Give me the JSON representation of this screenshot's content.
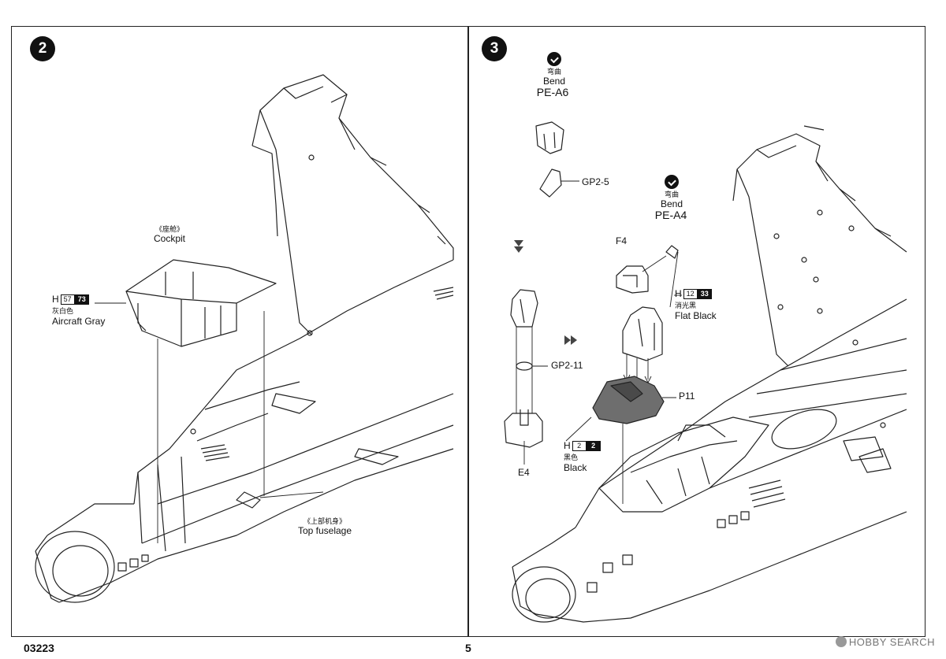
{
  "step2": {
    "number": "2",
    "cockpit": {
      "zh": "《座舱》",
      "en": "Cockpit"
    },
    "paint": {
      "prefix": "H",
      "code1": "57",
      "code2": "73",
      "zh": "灰白色",
      "en": "Aircraft Gray"
    },
    "top_fuselage": {
      "zh": "《上部机身》",
      "en": "Top fuselage"
    }
  },
  "step3": {
    "number": "3",
    "bend_a6": {
      "zh": "弯曲",
      "en": "Bend",
      "part": "PE-A6"
    },
    "bend_a4": {
      "zh": "弯曲",
      "en": "Bend",
      "part": "PE-A4"
    },
    "parts": {
      "gp2_5": "GP2-5",
      "gp2_11": "GP2-11",
      "f4": "F4",
      "p11": "P11",
      "e4": "E4"
    },
    "paint_flat_black": {
      "prefix": "H",
      "code1": "12",
      "code2": "33",
      "zh": "消光黑",
      "en": "Flat Black"
    },
    "paint_black": {
      "prefix": "H",
      "code1": "2",
      "code2": "2",
      "zh": "黑色",
      "en": "Black"
    }
  },
  "footer": {
    "code": "03223",
    "page": "5"
  },
  "watermark": {
    "text": "HOBBY SEARCH"
  }
}
